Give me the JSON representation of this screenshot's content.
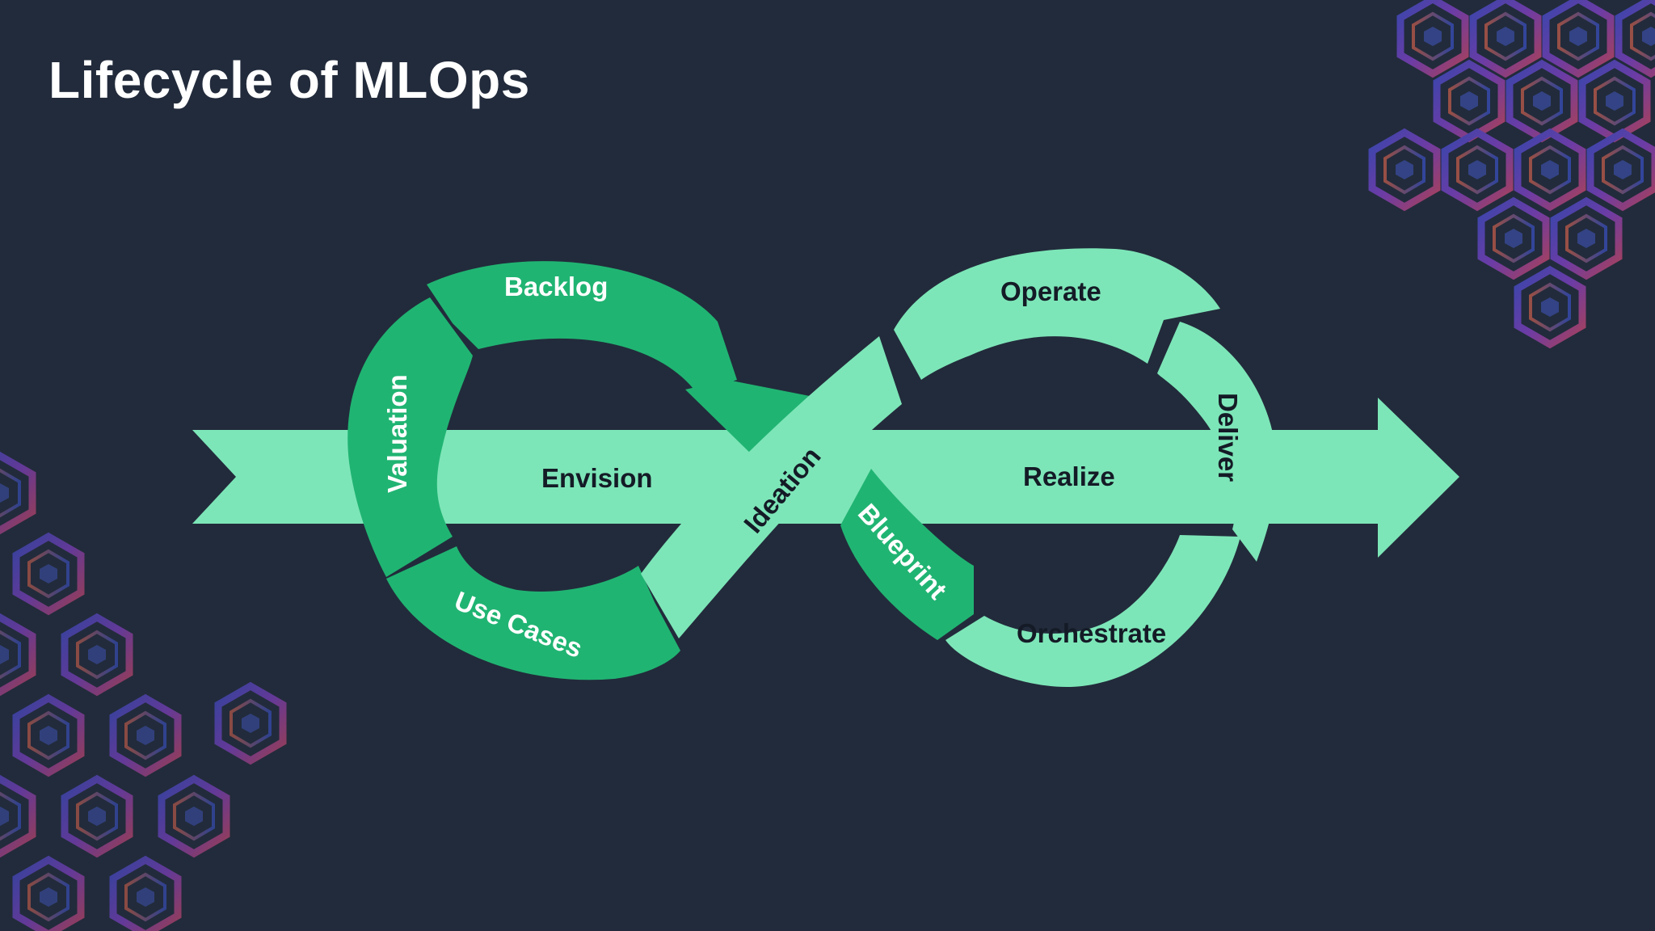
{
  "slide": {
    "title": "Lifecycle of MLOps"
  },
  "diagram": {
    "stages": {
      "backlog": "Backlog",
      "valuation": "Valuation",
      "use_cases": "Use Cases",
      "envision": "Envision",
      "ideation": "Ideation",
      "blueprint": "Blueprint",
      "operate": "Operate",
      "deliver": "Deliver",
      "realize": "Realize",
      "orchestrate": "Orchestrate"
    },
    "colors": {
      "background": "#222b3b",
      "dark_green": "#20b472",
      "light_green": "#7de6b8",
      "text_dark": "#141b26",
      "text_light": "#ffffff"
    }
  },
  "decorations": {
    "icons": [
      "hexagon-cube-icon"
    ]
  }
}
